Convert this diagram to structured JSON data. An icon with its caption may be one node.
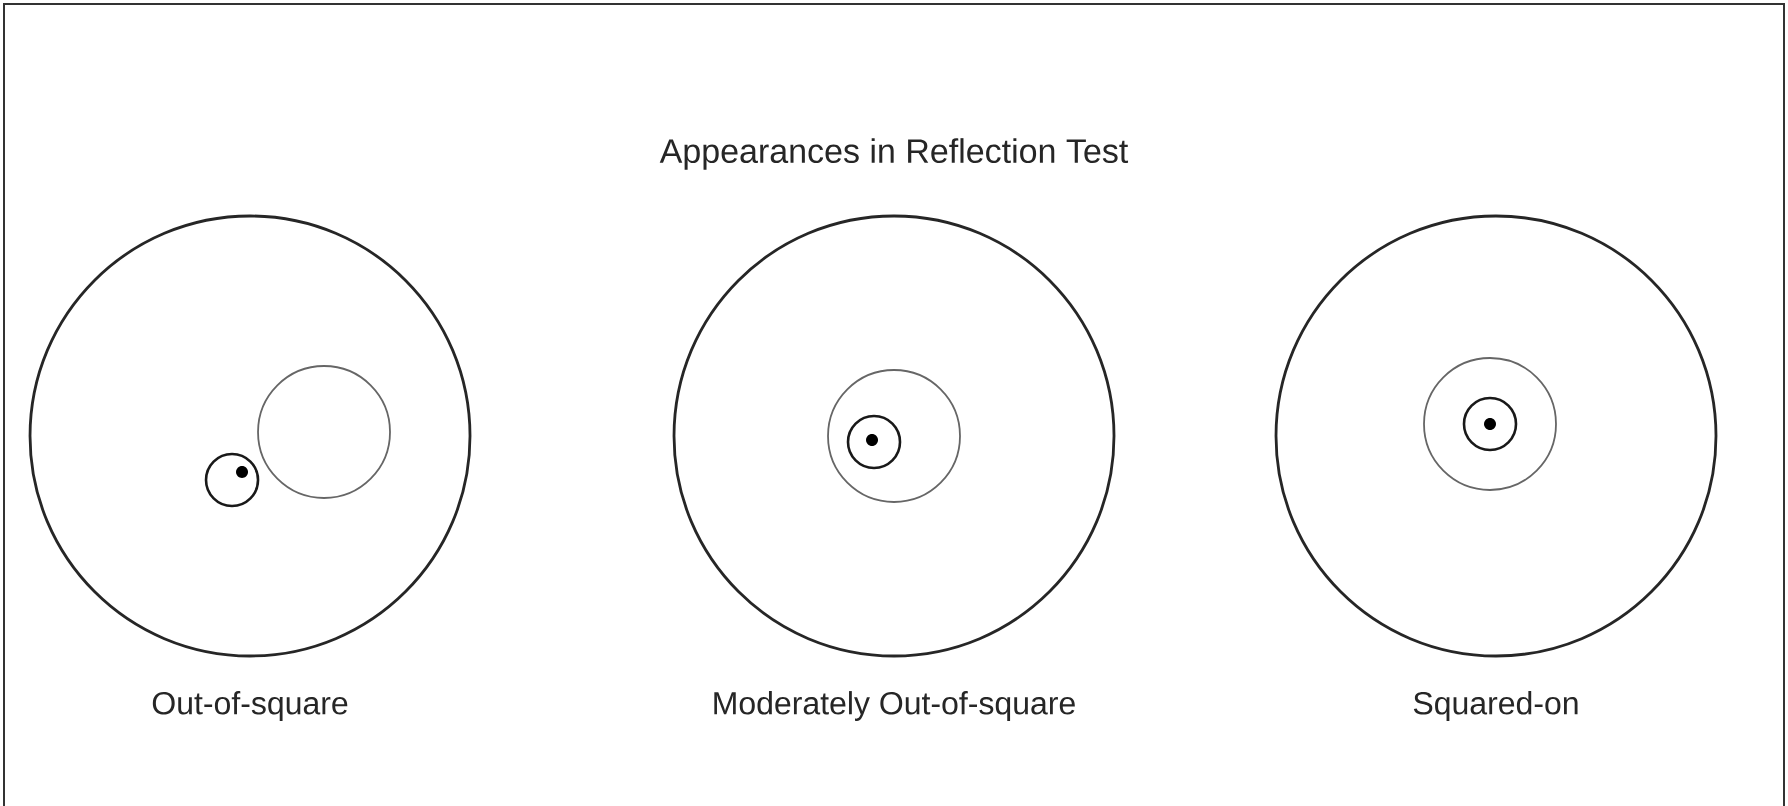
{
  "diagram": {
    "title": "Appearances in Reflection Test",
    "labels": [
      "Out-of-square",
      "Moderately Out-of-square",
      "Squared-on"
    ]
  }
}
